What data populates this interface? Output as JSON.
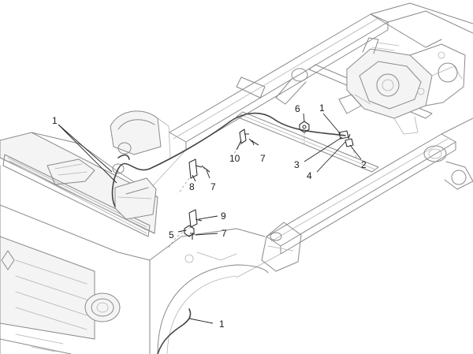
{
  "diagram": {
    "callouts": {
      "c1_top_left": "1",
      "c1_center": "1",
      "c1_bottom": "1",
      "c2": "2",
      "c3": "3",
      "c4": "4",
      "c5": "5",
      "c6": "6",
      "c7_center": "7",
      "c7_mid": "7",
      "c7_lower": "7",
      "c8": "8",
      "c9": "9",
      "c10": "10"
    }
  }
}
